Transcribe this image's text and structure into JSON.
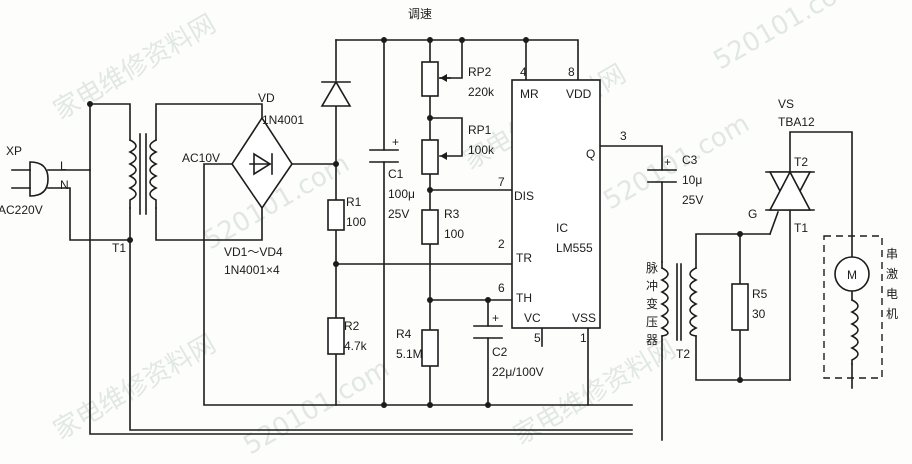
{
  "title": "调速",
  "watermark": {
    "text_cn": "家电维修资料网",
    "url": "520101.com"
  },
  "colors": {
    "line": "#1c1c1c",
    "background": "#fdfdfc",
    "watermark": "#c9d6d3"
  },
  "components": {
    "plug": {
      "ref": "XP",
      "voltage": "AC220V",
      "line": "L",
      "neutral": "N"
    },
    "transformer_t1": {
      "ref": "T1"
    },
    "bridge": {
      "secondary": "AC10V",
      "vd_ref": "VD",
      "vd_part": "1N4001",
      "ref": "VD1～VD4",
      "part": "1N4001×4"
    },
    "r1": {
      "ref": "R1",
      "value": "100"
    },
    "r2": {
      "ref": "R2",
      "value": "4.7k"
    },
    "c1": {
      "ref": "C1",
      "value": "100μ",
      "voltage": "25V"
    },
    "rp2": {
      "ref": "RP2",
      "value": "220k"
    },
    "rp1": {
      "ref": "RP1",
      "value": "100k"
    },
    "r3": {
      "ref": "R3",
      "value": "100"
    },
    "r4": {
      "ref": "R4",
      "value": "5.1M"
    },
    "c2": {
      "ref": "C2",
      "value": "22μ/100V"
    },
    "ic": {
      "ref": "IC",
      "part": "LM555",
      "pins": {
        "mr": "MR",
        "mr_num": "4",
        "vdd": "VDD",
        "vdd_num": "8",
        "q": "Q",
        "q_num": "3",
        "dis": "DIS",
        "dis_num": "7",
        "tr": "TR",
        "tr_num": "2",
        "th": "TH",
        "th_num": "6",
        "vc": "VC",
        "vc_num": "5",
        "vss": "VSS",
        "vss_num": "1"
      }
    },
    "c3": {
      "ref": "C3",
      "value": "10μ",
      "voltage": "25V"
    },
    "pulse_transformer": {
      "c1": "脉",
      "c2": "冲",
      "c3": "变",
      "c4": "压",
      "c5": "器",
      "ref": "T2"
    },
    "r5": {
      "ref": "R5",
      "value": "30"
    },
    "triac": {
      "ref": "VS",
      "part": "TBA12",
      "t2": "T2",
      "t1": "T1",
      "gate": "G"
    },
    "motor": {
      "symbol": "M",
      "c1": "串",
      "c2": "激",
      "c3": "电",
      "c4": "机"
    }
  }
}
